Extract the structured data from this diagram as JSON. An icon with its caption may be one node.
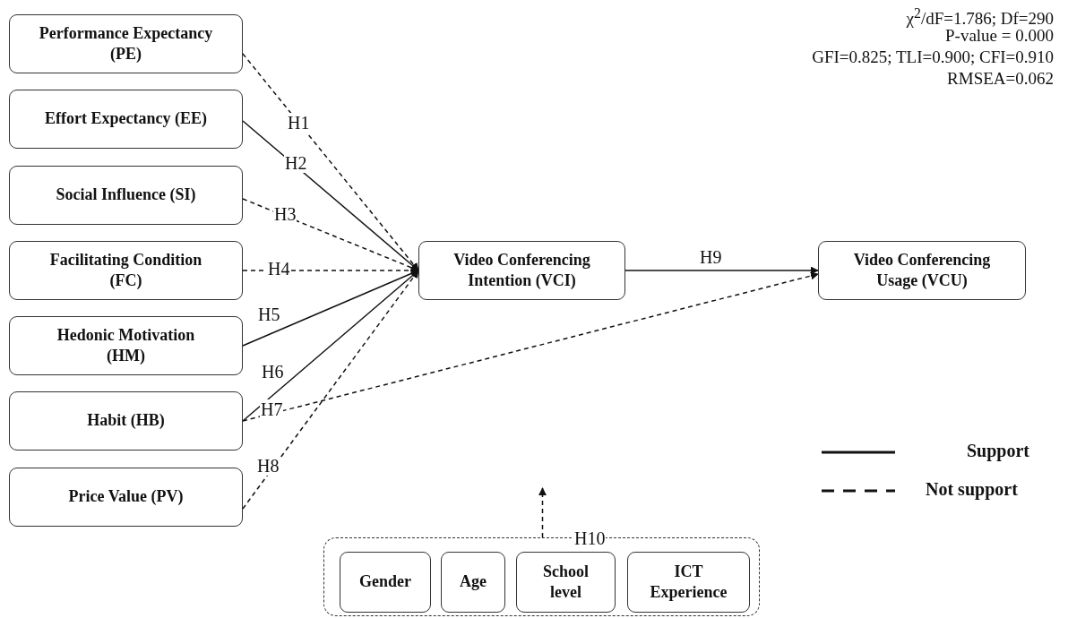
{
  "diagram": {
    "nodes": [
      {
        "text": [
          "Performance Expectancy (PE)"
        ]
      },
      {
        "text": [
          "Effort Expectancy (EE)"
        ]
      },
      {
        "text": [
          "Social Influence (SI)"
        ]
      },
      {
        "text": [
          "Facilitating Condition (FC)"
        ]
      },
      {
        "text": [
          "Hedonic Motivation (HM)"
        ]
      },
      {
        "text": [
          "Habit (HB)"
        ]
      },
      {
        "text": [
          "Price Value (PV)"
        ]
      },
      {
        "text": [
          "Video Conferencing Intention (VCI)"
        ]
      },
      {
        "text": [
          "Video Conferencing Usage (VCU)"
        ]
      },
      {
        "text": [],
        "shape": "box"
      },
      {
        "text": [
          "Gender"
        ],
        "in": 9
      },
      {
        "text": [
          "Age"
        ],
        "in": 9
      },
      {
        "text": [
          "School level"
        ],
        "in": 9
      },
      {
        "text": [
          "ICT Experience"
        ],
        "in": 9
      }
    ],
    "edges": [
      {
        "from": 0,
        "to": 7,
        "arrow": "to",
        "label": "H1",
        "style": "dashed"
      },
      {
        "from": 1,
        "to": 7,
        "arrow": "to",
        "label": "H2"
      },
      {
        "from": 2,
        "to": 7,
        "arrow": "to",
        "label": "H3",
        "style": "dashed"
      },
      {
        "from": 3,
        "to": 7,
        "arrow": "to",
        "label": "H4",
        "style": "dashed"
      },
      {
        "from": 4,
        "to": 7,
        "arrow": "to",
        "label": "H5"
      },
      {
        "from": 5,
        "to": 7,
        "arrow": "to",
        "label": "H6"
      },
      {
        "from": 5,
        "to": 8,
        "arrow": "to",
        "label": "H7",
        "style": "dashed"
      },
      {
        "from": 6,
        "to": 7,
        "arrow": "to",
        "label": "H8",
        "style": "dashed"
      },
      {
        "from": 7,
        "to": 8,
        "arrow": "to",
        "label": "H9"
      },
      {
        "from": 9,
        "to": null,
        "arrow": "to",
        "label": "H10",
        "style": "dashed"
      }
    ],
    "labels": [
      "χ$^{2}$/dF=1.786; Df=290",
      "P-value = 0.000",
      "GFI=0.825; TLI=0.900; CFI=0.910",
      "RMSEA=0.062"
    ],
    "legend": [
      {
        "text": "Support"
      },
      {
        "text": "Not support"
      }
    ]
  }
}
